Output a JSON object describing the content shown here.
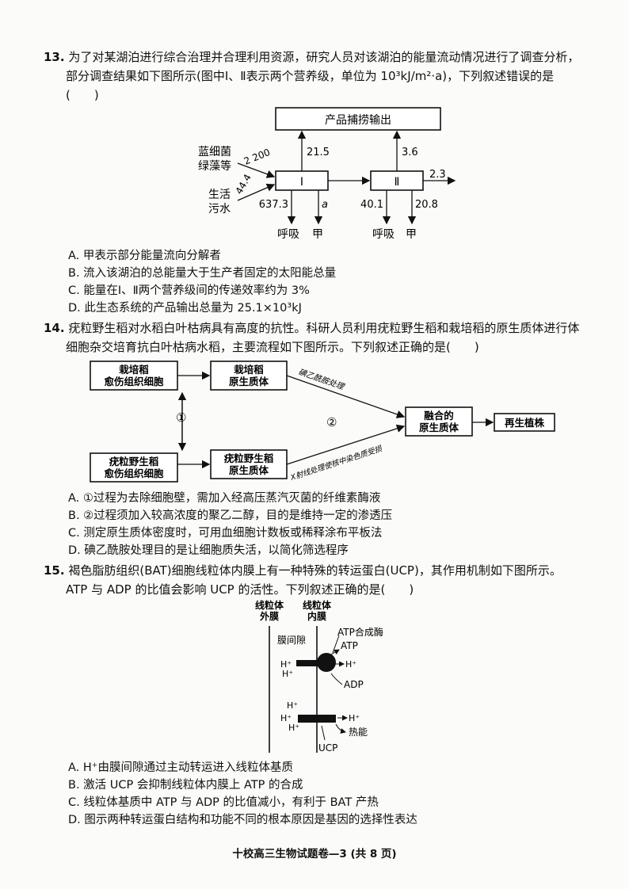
{
  "q13": {
    "num": "13.",
    "stem": "为了对某湖泊进行综合治理并合理利用资源，研究人员对该湖泊的能量流动情况进行了调查分析，部分调查结果如下图所示(图中Ⅰ、Ⅱ表示两个营养级，单位为 10³kJ/m²·a)，下列叙述错误的是(　　)",
    "diagram": {
      "output_box": "产品捕捞输出",
      "level1": "Ⅰ",
      "level2": "Ⅱ",
      "source1": "蓝细菌\n绿藻等",
      "source1_line1": "蓝细菌",
      "source1_line2": "绿藻等",
      "source2_line1": "生活",
      "source2_line2": "污水",
      "v_sun": "2 200",
      "v_sewage": "44.4",
      "v_out1": "21.5",
      "v_out2": "3.6",
      "v_next": "2.3",
      "v_resp1": "637.3",
      "v_a": "a",
      "v_resp2": "40.1",
      "v_jia2": "20.8",
      "resp": "呼吸",
      "jia": "甲"
    },
    "options": [
      "A. 甲表示部分能量流向分解者",
      "B. 流入该湖泊的总能量大于生产者固定的太阳能总量",
      "C. 能量在Ⅰ、Ⅱ两个营养级间的传递效率约为 3%",
      "D. 此生态系统的产品输出总量为 25.1×10³kJ"
    ]
  },
  "q14": {
    "num": "14.",
    "stem": "疣粒野生稻对水稻白叶枯病具有高度的抗性。科研人员利用疣粒野生稻和栽培稻的原生质体进行体细胞杂交培育抗白叶枯病水稻，主要流程如下图所示。下列叙述正确的是(　　)",
    "diagram": {
      "b1": "栽培稻\n愈伤组织细胞",
      "b1_l1": "栽培稻",
      "b1_l2": "愈伤组织细胞",
      "b2_l1": "栽培稻",
      "b2_l2": "原生质体",
      "b3_l1": "疣粒野生稻",
      "b3_l2": "愈伤组织细胞",
      "b4_l1": "疣粒野生稻",
      "b4_l2": "原生质体",
      "b5_l1": "融合的",
      "b5_l2": "原生质体",
      "b6": "再生植株",
      "step1": "①",
      "step2": "②",
      "note_top": "碘乙酰胺处理",
      "note_bottom": "X射线处理使核中染色质受损"
    },
    "options": [
      "A. ①过程为去除细胞壁，需加入经高压蒸汽灭菌的纤维素酶液",
      "B. ②过程须加入较高浓度的聚乙二醇，目的是维持一定的渗透压",
      "C. 测定原生质体密度时，可用血细胞计数板或稀释涂布平板法",
      "D. 碘乙酰胺处理目的是让细胞质失活，以简化筛选程序"
    ]
  },
  "q15": {
    "num": "15.",
    "stem": "褐色脂肪组织(BAT)细胞线粒体内膜上有一种特殊的转运蛋白(UCP)，其作用机制如下图所示。ATP 与 ADP 的比值会影响 UCP 的活性。下列叙述正确的是(　　)",
    "diagram": {
      "outer_l1": "线粒体",
      "outer_l2": "外膜",
      "inner_l1": "线粒体",
      "inner_l2": "内膜",
      "space": "膜间隙",
      "synthase": "ATP合成酶",
      "atp": "ATP",
      "adp": "ADP",
      "h": "H⁺",
      "heat": "热能",
      "ucp": "UCP"
    },
    "options": [
      "A. H⁺由膜间隙通过主动转运进入线粒体基质",
      "B. 激活 UCP 会抑制线粒体内膜上 ATP 的合成",
      "C. 线粒体基质中 ATP 与 ADP 的比值减小，有利于 BAT 产热",
      "D. 图示两种转运蛋白结构和功能不同的根本原因是基因的选择性表达"
    ]
  },
  "footer": "十校高三生物试题卷—3  (共 8 页)"
}
